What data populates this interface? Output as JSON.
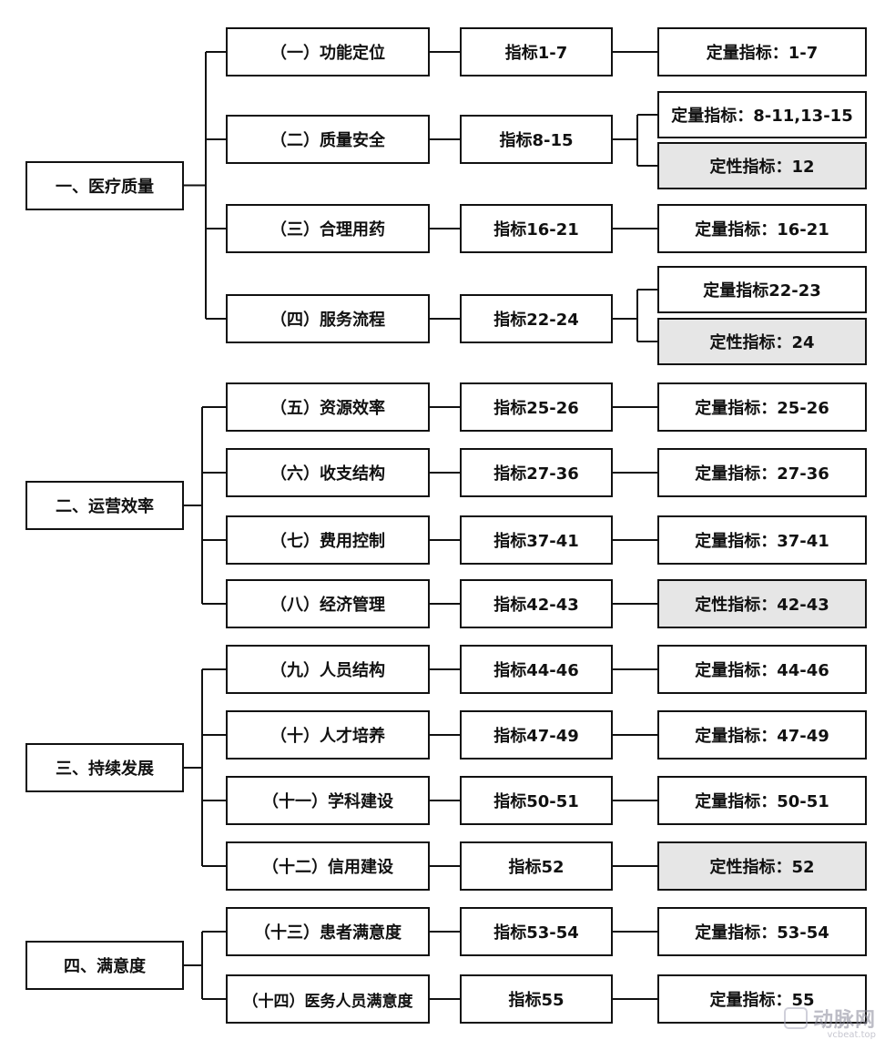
{
  "domains": [
    {
      "label": "一、医疗质量",
      "subs": [
        {
          "label": "（一）功能定位",
          "index": "指标1-7",
          "types": [
            {
              "label": "定量指标：1-7",
              "kind": "quantitative"
            }
          ]
        },
        {
          "label": "（二）质量安全",
          "index": "指标8-15",
          "types": [
            {
              "label": "定量指标：8-11,13-15",
              "kind": "quantitative"
            },
            {
              "label": "定性指标：12",
              "kind": "qualitative"
            }
          ]
        },
        {
          "label": "（三）合理用药",
          "index": "指标16-21",
          "types": [
            {
              "label": "定量指标：16-21",
              "kind": "quantitative"
            }
          ]
        },
        {
          "label": "（四）服务流程",
          "index": "指标22-24",
          "types": [
            {
              "label": "定量指标22-23",
              "kind": "quantitative"
            },
            {
              "label": "定性指标：24",
              "kind": "qualitative"
            }
          ]
        }
      ]
    },
    {
      "label": "二、运营效率",
      "subs": [
        {
          "label": "（五）资源效率",
          "index": "指标25-26",
          "types": [
            {
              "label": "定量指标：25-26",
              "kind": "quantitative"
            }
          ]
        },
        {
          "label": "（六）收支结构",
          "index": "指标27-36",
          "types": [
            {
              "label": "定量指标：27-36",
              "kind": "quantitative"
            }
          ]
        },
        {
          "label": "（七）费用控制",
          "index": "指标37-41",
          "types": [
            {
              "label": "定量指标：37-41",
              "kind": "quantitative"
            }
          ]
        },
        {
          "label": "（八）经济管理",
          "index": "指标42-43",
          "types": [
            {
              "label": "定性指标：42-43",
              "kind": "qualitative"
            }
          ]
        }
      ]
    },
    {
      "label": "三、持续发展",
      "subs": [
        {
          "label": "（九）人员结构",
          "index": "指标44-46",
          "types": [
            {
              "label": "定量指标：44-46",
              "kind": "quantitative"
            }
          ]
        },
        {
          "label": "（十）人才培养",
          "index": "指标47-49",
          "types": [
            {
              "label": "定量指标：47-49",
              "kind": "quantitative"
            }
          ]
        },
        {
          "label": "（十一）学科建设",
          "index": "指标50-51",
          "types": [
            {
              "label": "定量指标：50-51",
              "kind": "quantitative"
            }
          ]
        },
        {
          "label": "（十二）信用建设",
          "index": "指标52",
          "types": [
            {
              "label": "定性指标：52",
              "kind": "qualitative"
            }
          ]
        }
      ]
    },
    {
      "label": "四、满意度",
      "subs": [
        {
          "label": "（十三）患者满意度",
          "index": "指标53-54",
          "types": [
            {
              "label": "定量指标：53-54",
              "kind": "quantitative"
            }
          ]
        },
        {
          "label": "（十四）医务人员满意度",
          "index": "指标55",
          "types": [
            {
              "label": "定量指标：55",
              "kind": "quantitative"
            }
          ]
        }
      ]
    }
  ],
  "colors": {
    "line": "#111111",
    "qualitative_fill": "#e6e6e6",
    "box_fill": "#ffffff"
  },
  "watermark": {
    "text": "动脉网",
    "sub": "vcbeat.top"
  }
}
